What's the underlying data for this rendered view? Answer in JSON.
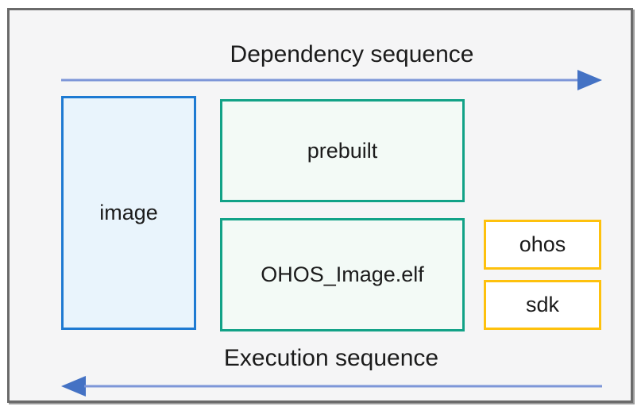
{
  "diagram": {
    "top_flow": {
      "label": "Dependency sequence",
      "direction": "right"
    },
    "bottom_flow": {
      "label": "Execution sequence",
      "direction": "left"
    },
    "nodes": [
      {
        "id": "image",
        "label": "image",
        "style": "blue"
      },
      {
        "id": "prebuilt",
        "label": "prebuilt",
        "style": "green"
      },
      {
        "id": "ohos-image-elf",
        "label": "OHOS_Image.elf",
        "style": "green"
      },
      {
        "id": "ohos",
        "label": "ohos",
        "style": "yellow"
      },
      {
        "id": "sdk",
        "label": "sdk",
        "style": "yellow"
      }
    ],
    "colors": {
      "arrow_line": "#7d96d8",
      "arrow_head": "#4472c4",
      "blue_node_border": "#1e7ad2",
      "blue_node_fill": "#e9f4fc",
      "green_node_border": "#12a287",
      "green_node_fill": "#f3faf6",
      "yellow_node_border": "#fec10d",
      "yellow_node_fill": "#ffffff",
      "frame_border": "#6a6a6a",
      "background": "#f5f5f6",
      "text": "#1b1b1b"
    }
  }
}
